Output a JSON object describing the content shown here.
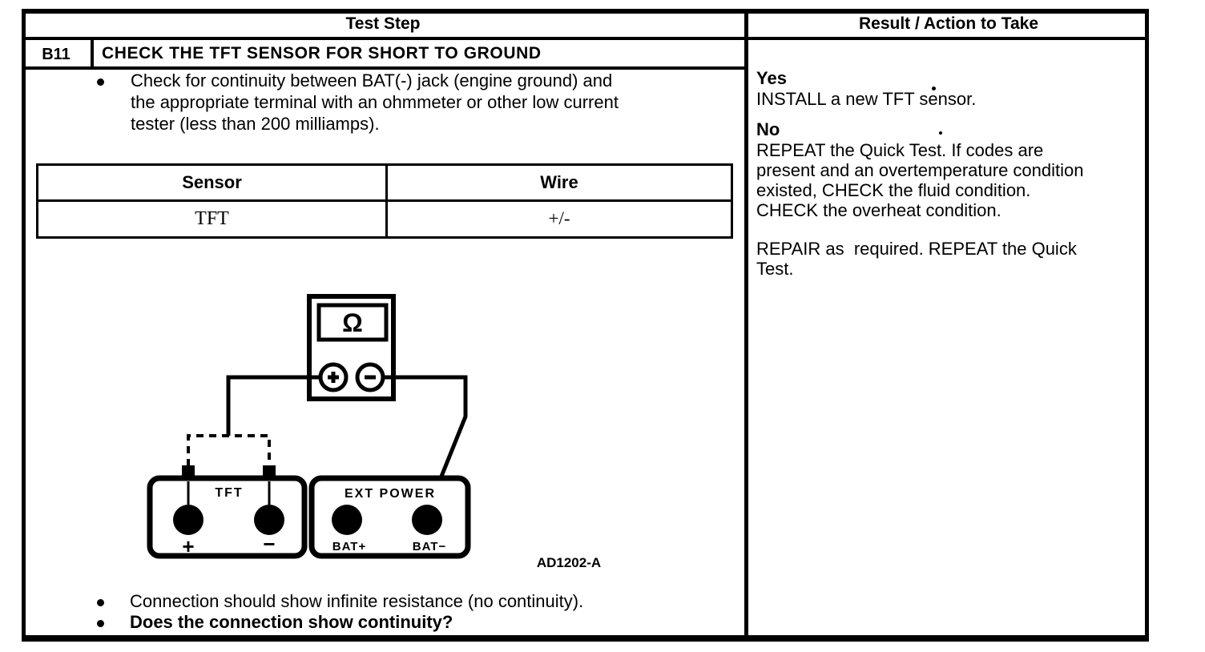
{
  "header": {
    "left": "Test Step",
    "right": "Result / Action to Take"
  },
  "step": {
    "id": "B11",
    "title": "CHECK THE TFT SENSOR FOR SHORT TO GROUND"
  },
  "test_step": {
    "bullet1_lines": [
      "Check for continuity between BAT(-) jack (engine ground) and",
      "the appropriate terminal with an ohmmeter or other low current",
      "tester (less than 200 milliamps)."
    ],
    "sensor_table": {
      "col1_header": "Sensor",
      "col2_header": "Wire",
      "row1_col1": "TFT",
      "row1_col2": "+/-"
    },
    "bullet2": "Connection should show infinite resistance (no continuity).",
    "bullet3": "Does the connection show continuity?"
  },
  "diagram": {
    "meter_display": "Ω",
    "meter_plus": "+",
    "meter_minus": "−",
    "tft_label": "TFT",
    "tft_jack_plus": "+",
    "tft_jack_minus": "−",
    "ext_power_label": "EXT POWER",
    "bat_plus": "BAT+",
    "bat_minus": "BAT−",
    "figure_id": "AD1202-A"
  },
  "result": {
    "yes_label": "Yes",
    "yes_line1": "INSTALL a new TFT sensor.",
    "no_label": "No",
    "no_line1": "REPEAT the Quick Test. If codes are",
    "no_line2": "present and an overtemperature condition",
    "no_line3": "existed, CHECK the fluid condition.",
    "no_line4": "CHECK the overheat condition.",
    "repair_line1": "REPAIR as  required. REPEAT the Quick",
    "repair_line2": "Test."
  },
  "colors": {
    "ink": "#000000",
    "paper": "#ffffff"
  }
}
